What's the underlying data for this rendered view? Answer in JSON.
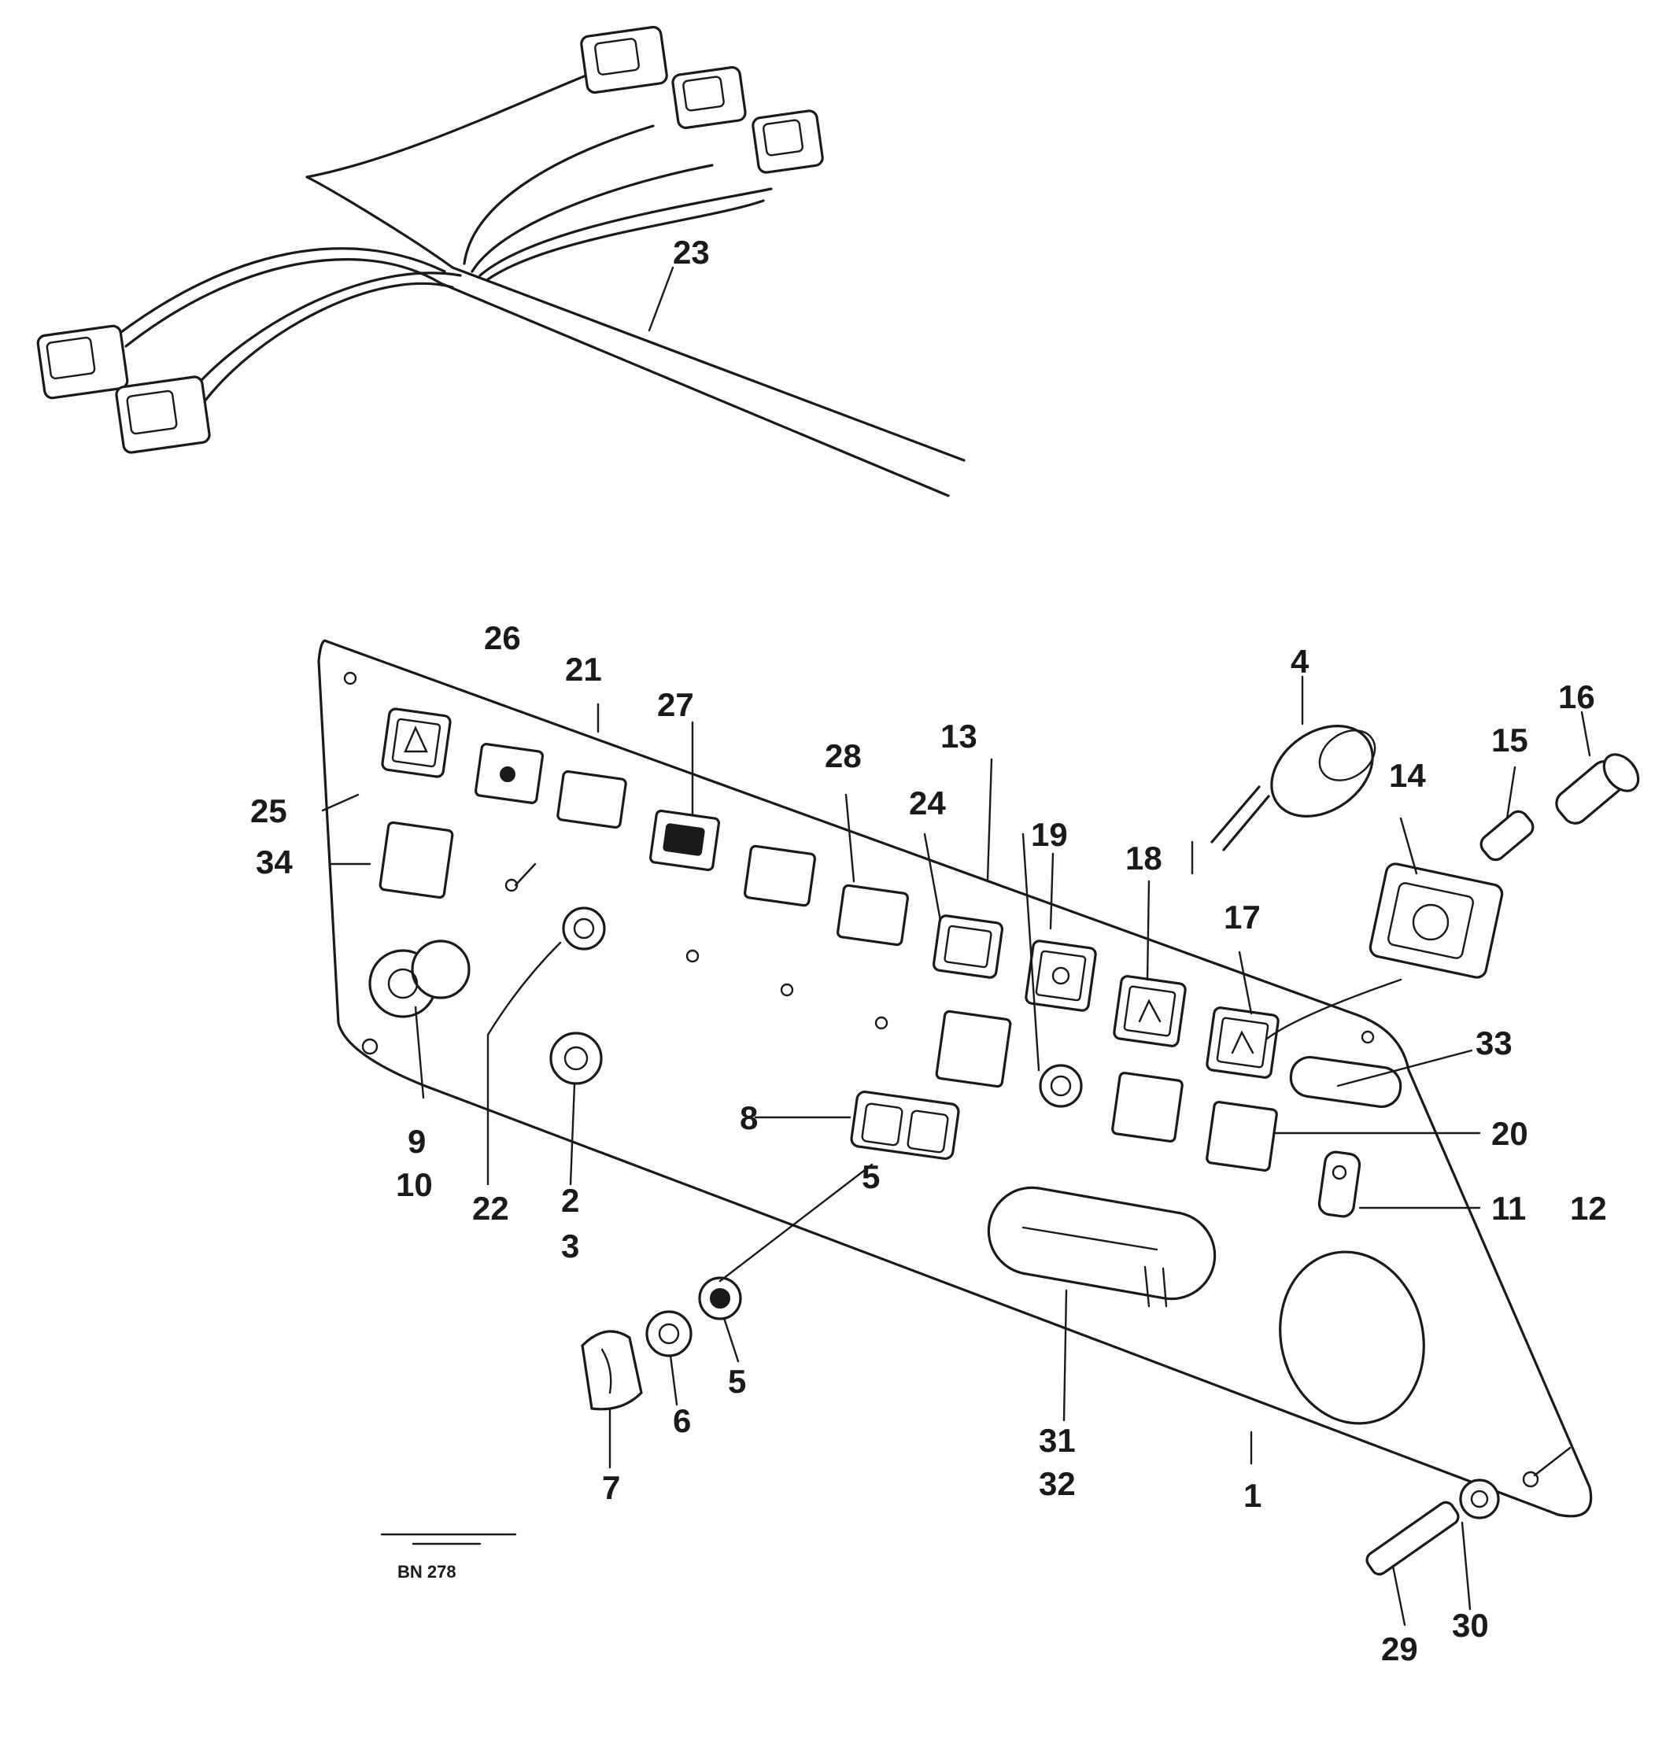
{
  "callouts": {
    "c1": "1",
    "c2": "2",
    "c3": "3",
    "c4": "4",
    "c5a": "5",
    "c5b": "5",
    "c6": "6",
    "c7": "7",
    "c8": "8",
    "c9": "9",
    "c10": "10",
    "c11": "11",
    "c12": "12",
    "c13": "13",
    "c14": "14",
    "c15": "15",
    "c16": "16",
    "c17": "17",
    "c18": "18",
    "c19": "19",
    "c20": "20",
    "c21": "21",
    "c22": "22",
    "c23": "23",
    "c24": "24",
    "c25": "25",
    "c26": "26",
    "c27": "27",
    "c28": "28",
    "c29": "29",
    "c30": "30",
    "c31": "31",
    "c32": "32",
    "c33": "33",
    "c34": "34"
  },
  "drawing_code": "BN 278"
}
